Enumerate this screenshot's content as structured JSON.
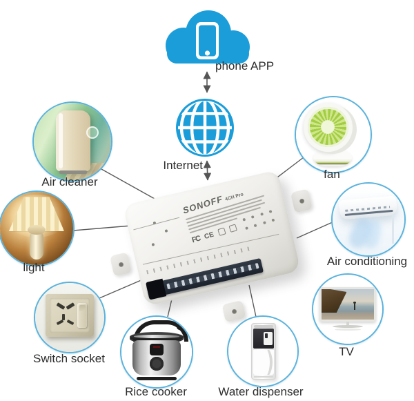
{
  "connection": {
    "cloud_label": "phone APP",
    "internet_label": "Internet"
  },
  "hub": {
    "brand": "SONOFF",
    "model": "4CH Pro",
    "cert_fcc": "FC",
    "cert_ce": "CE"
  },
  "devices": [
    {
      "id": "air-cleaner",
      "label": "Air cleaner"
    },
    {
      "id": "fan",
      "label": "fan"
    },
    {
      "id": "light",
      "label": "light"
    },
    {
      "id": "air-conditioning",
      "label": "Air conditioning"
    },
    {
      "id": "switch-socket",
      "label": "Switch socket"
    },
    {
      "id": "rice-cooker",
      "label": "Rice cooker"
    },
    {
      "id": "water-dispenser",
      "label": "Water dispenser"
    },
    {
      "id": "tv",
      "label": "TV"
    }
  ],
  "colors": {
    "accent_blue": "#1b9dd9",
    "circle_border": "#5ab2dc",
    "connector_gray": "#555555",
    "label_text": "#2d2d2d"
  }
}
